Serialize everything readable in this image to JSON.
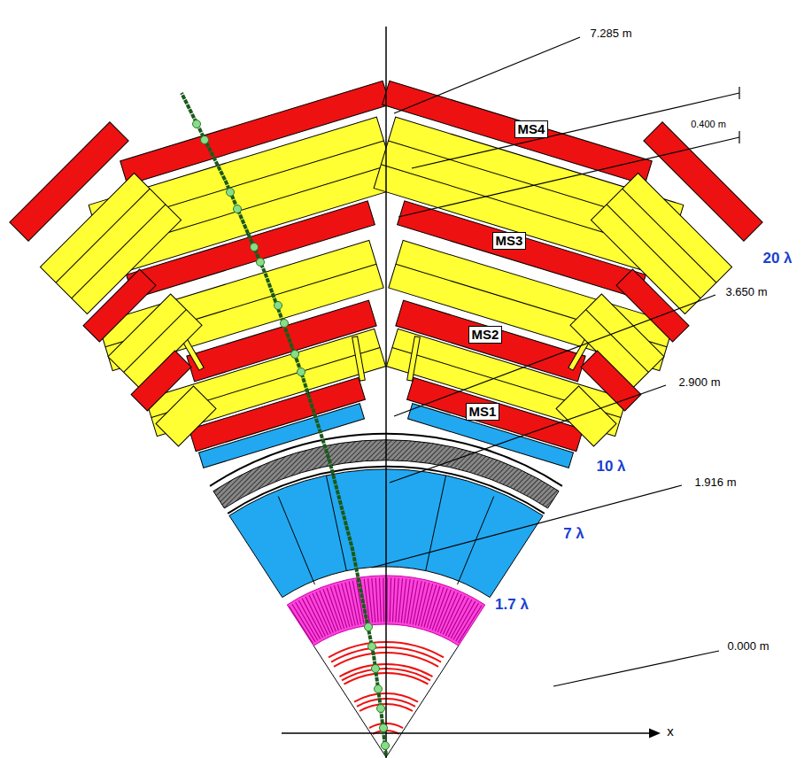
{
  "diagram": {
    "labels": [
      "7.285 m",
      "0.400 m",
      "MS4",
      "MS3",
      "20 λ",
      "3.650 m",
      "MS2",
      "2.900 m",
      "MS1",
      "10 λ",
      "1.916 m",
      "7 λ",
      "1.7 λ",
      "0.000 m",
      "x"
    ]
  }
}
